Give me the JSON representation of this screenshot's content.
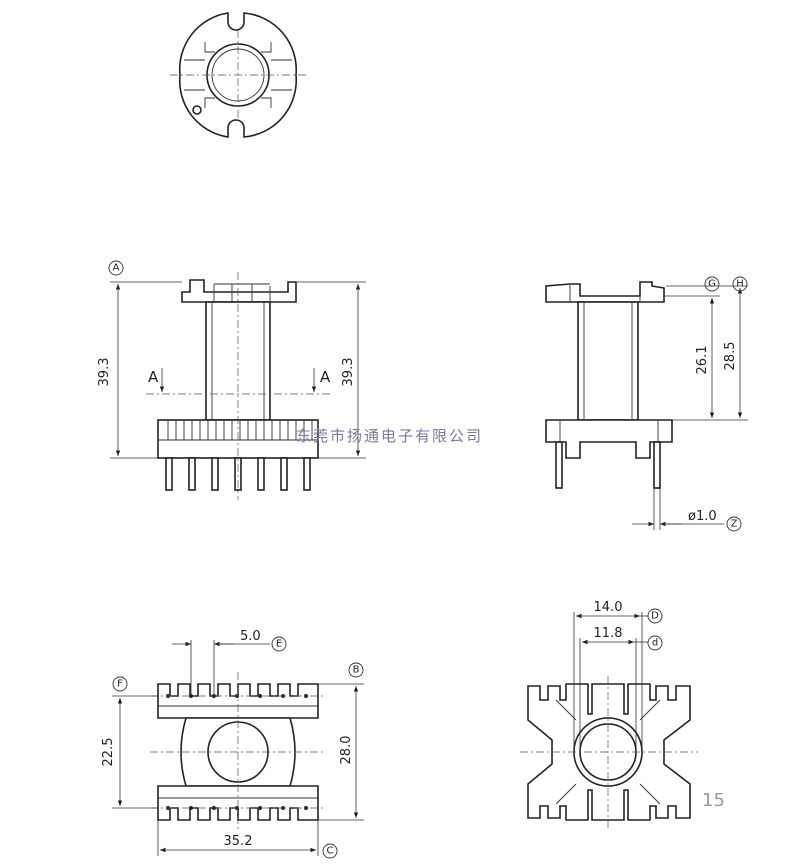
{
  "dimensions": {
    "front_height_left": "39.3",
    "front_height_right": "39.3",
    "section_left": "A",
    "section_right": "A",
    "side_height_inner": "26.1",
    "side_height_outer": "28.5",
    "pin_diameter": "ø1.0",
    "bottom_pitch": "5.0",
    "bottom_row_spacing": "22.5",
    "bottom_depth": "28.0",
    "bottom_width": "35.2",
    "core_outer": "14.0",
    "core_inner": "11.8"
  },
  "reference_labels": {
    "A": "A",
    "B": "B",
    "C": "C",
    "D": "D",
    "d": "d",
    "E": "E",
    "F": "F",
    "G": "G",
    "H": "H",
    "Z": "Z"
  },
  "watermark": "东莞市扬通电子有限公司",
  "page_number": "15"
}
